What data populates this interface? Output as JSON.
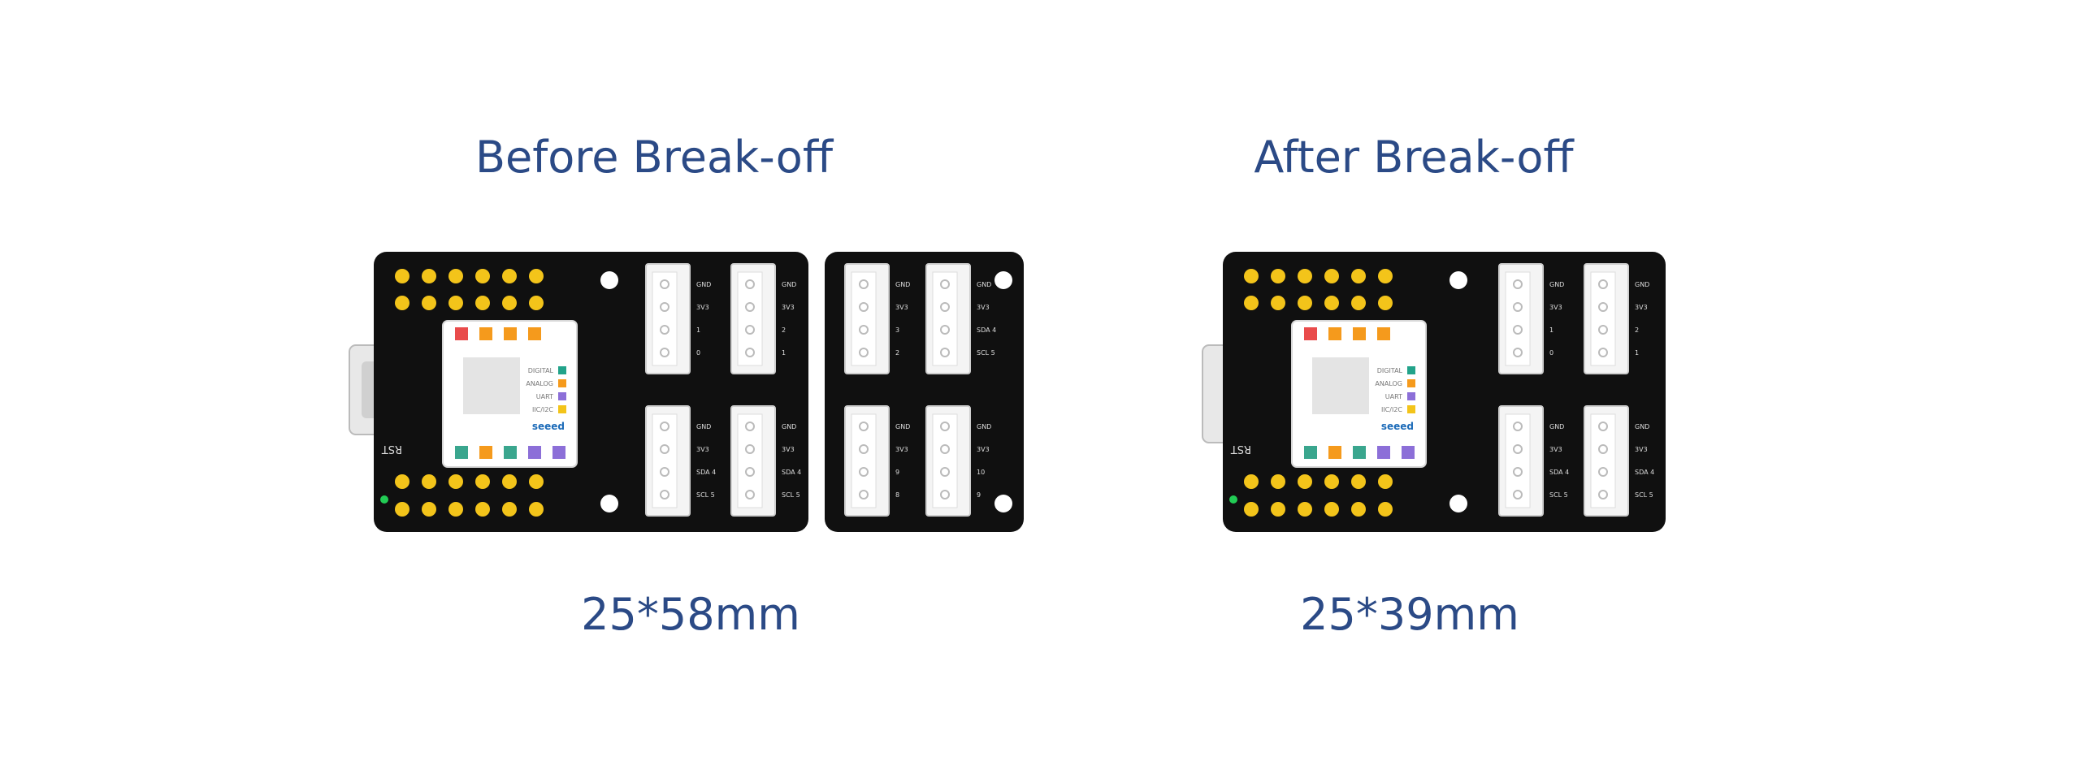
{
  "panels": [
    {
      "title": "Before Break-off",
      "dimensions": "25*58mm",
      "board": {
        "silkscreen_label": "RST",
        "chip_labels": [
          "DIGITAL",
          "ANALOG",
          "UART",
          "IIC/I2C"
        ],
        "brand": "seeed",
        "connector_pins": [
          [
            "GND",
            "3V3",
            "1",
            "0"
          ],
          [
            "GND",
            "3V3",
            "2",
            "1"
          ],
          [
            "GND",
            "3V3",
            "SDA 4",
            "SCL 5"
          ],
          [
            "GND",
            "3V3",
            "SDA 4",
            "SCL 5"
          ],
          [
            "GND",
            "3V3",
            "3",
            "2"
          ],
          [
            "GND",
            "3V3",
            "SDA 4",
            "SCL 5"
          ],
          [
            "GND",
            "3V3",
            "9",
            "8"
          ],
          [
            "GND",
            "3V3",
            "10",
            "9"
          ]
        ]
      }
    },
    {
      "title": "After Break-off",
      "dimensions": "25*39mm",
      "board": {
        "silkscreen_label": "RST",
        "chip_labels": [
          "DIGITAL",
          "ANALOG",
          "UART",
          "IIC/I2C"
        ],
        "brand": "seeed",
        "connector_pins": [
          [
            "GND",
            "3V3",
            "1",
            "0"
          ],
          [
            "GND",
            "3V3",
            "2",
            "1"
          ],
          [
            "GND",
            "3V3",
            "SDA 4",
            "SCL 5"
          ],
          [
            "GND",
            "3V3",
            "SDA 4",
            "SCL 5"
          ]
        ]
      }
    }
  ],
  "colors": {
    "heading": "#2b4a86",
    "pcb": "#101010",
    "pad": "#f3c41a",
    "connector": "#f4f4f4",
    "chip": "#ffffff"
  }
}
